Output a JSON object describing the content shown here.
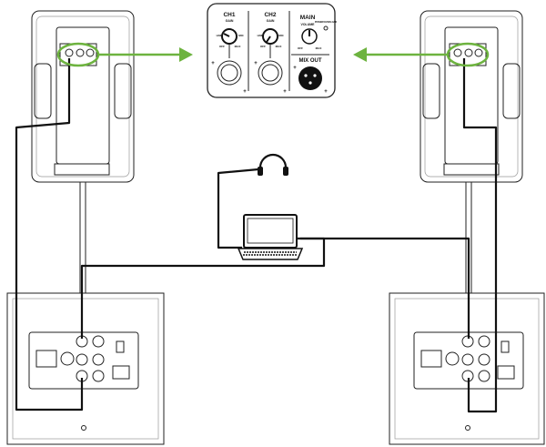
{
  "panel": {
    "ch1": {
      "label": "CH1",
      "sub": "GAIN",
      "min": "LINE",
      "max": "MIC",
      "off": "OFF",
      "full": "MAX"
    },
    "ch2": {
      "label": "CH2",
      "sub": "GAIN",
      "min": "LINE",
      "max": "MIC",
      "off": "OFF",
      "full": "MAX"
    },
    "main": {
      "label": "MAIN",
      "sub": "VOLUME",
      "indicator": "POWER/OVERLOAD",
      "off": "OFF",
      "full": "MAX"
    },
    "mix_out": "MIX OUT"
  },
  "colors": {
    "highlight": "#6db33f",
    "cable": "#111111"
  },
  "icons": [
    "headphones-icon",
    "laptop-icon",
    "xlr-connector-icon",
    "combo-jack-icon"
  ]
}
